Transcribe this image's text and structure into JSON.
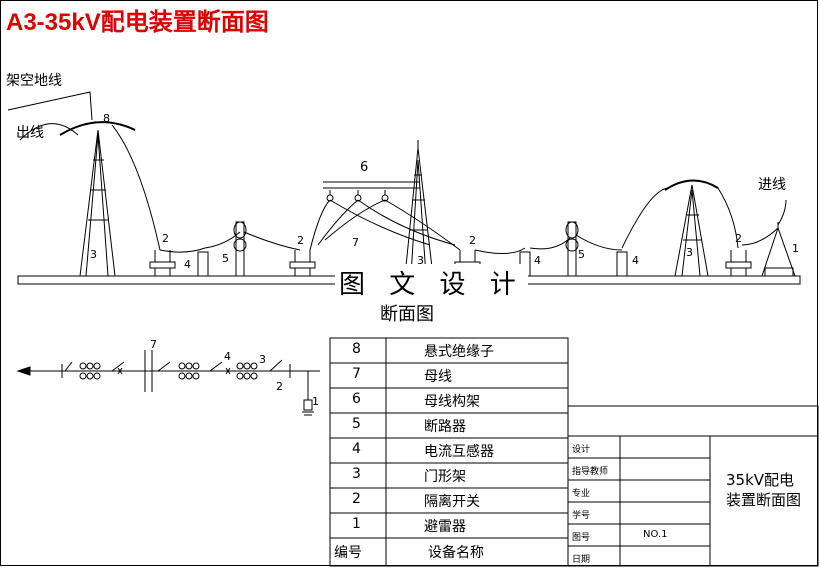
{
  "title": "A3-35kV配电装置断面图",
  "section": {
    "labels": {
      "overhead_ground_wire": "架空地线",
      "outgoing_line": "出线",
      "incoming_line": "进线"
    },
    "caption_main": "图 文 设 计",
    "caption_sub": "断面图",
    "numbers": {
      "n8": "8",
      "n6": "6",
      "n7": "7",
      "n3_left": "3",
      "n3_mid": "3",
      "n3_right": "3",
      "n2_a": "2",
      "n2_b": "2",
      "n2_c": "2",
      "n2_d": "2",
      "n4_a": "4",
      "n4_b": "4",
      "n4_c": "4",
      "n5_a": "5",
      "n5_b": "5",
      "n1": "1"
    }
  },
  "single_line": {
    "n7": "7",
    "n4": "4",
    "n3": "3",
    "n2": "2",
    "n1": "1"
  },
  "legend": {
    "rows": [
      {
        "no": "8",
        "name": "悬式绝缘子"
      },
      {
        "no": "7",
        "name": "母线"
      },
      {
        "no": "6",
        "name": "母线构架"
      },
      {
        "no": "5",
        "name": "断路器"
      },
      {
        "no": "4",
        "name": "电流互感器"
      },
      {
        "no": "3",
        "name": "门形架"
      },
      {
        "no": "2",
        "name": "隔离开关"
      },
      {
        "no": "1",
        "name": "避雷器"
      }
    ],
    "header_no": "编号",
    "header_name": "设备名称"
  },
  "title_block": {
    "fields": [
      "设计",
      "指导教师",
      "专业",
      "学号",
      "图号",
      "日期"
    ],
    "drawing_no": "NO.1",
    "drawing_name": "35kV配电装置断面图"
  }
}
